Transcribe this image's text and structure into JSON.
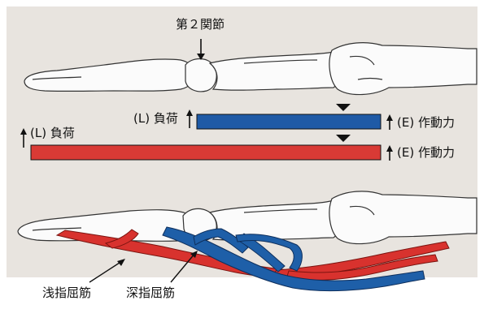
{
  "labels": {
    "joint": "第２関節",
    "load_top": "(L) 負荷",
    "effort_top": "(E) 作動力",
    "load_bottom": "(L) 負荷",
    "effort_bottom": "(E) 作動力",
    "superficial_flexor": "浅指屈筋",
    "deep_flexor": "深指屈筋"
  },
  "colors": {
    "background_panel": "#e8e4df",
    "lever_short": "#1f5aa6",
    "lever_long": "#d93a35",
    "tendon_superficial": "#d8322e",
    "tendon_deep": "#1e5fa8",
    "bone": "#fafafa",
    "outline": "#222222"
  }
}
